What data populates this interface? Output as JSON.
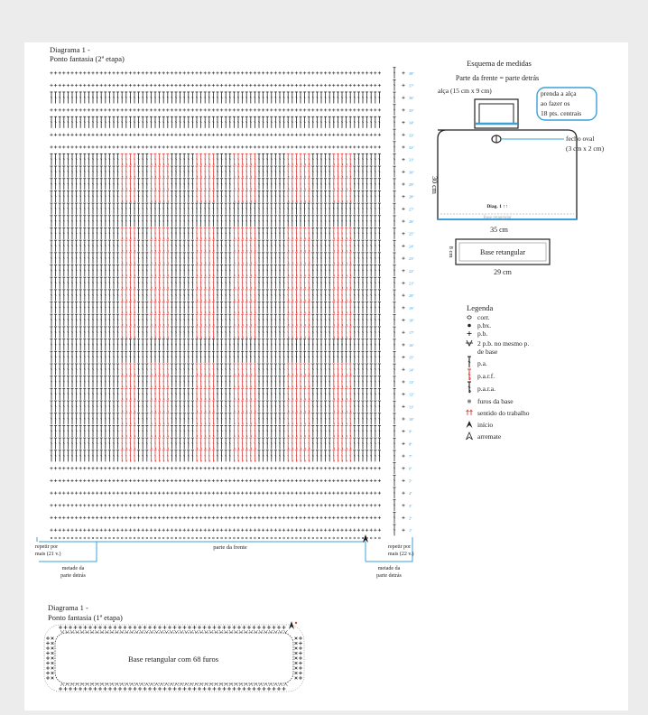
{
  "diagram2": {
    "title_line1": "Diagrama 1 -",
    "title_line2": "Ponto fantasia (2ª etapa)",
    "row_labels": [
      "1ª",
      "2ª",
      "3ª",
      "4ª",
      "5ª",
      "6ª",
      "7ª",
      "8ª",
      "9ª",
      "10ª",
      "11ª",
      "12ª",
      "13ª",
      "14ª",
      "15ª",
      "16ª",
      "17ª",
      "18ª",
      "19ª",
      "20ª",
      "21ª",
      "22ª",
      "23ª",
      "24ª",
      "25ª",
      "26ª",
      "27ª",
      "28ª",
      "29ª",
      "30ª",
      "31ª",
      "32ª",
      "33ª",
      "34ª",
      "35ª",
      "36ª",
      "37ª",
      "38ª"
    ],
    "repeat_left": "repetir por",
    "repeat_left_2": "mais (21 v.)",
    "front_label": "parte da frente",
    "repeat_right": "repetir por",
    "repeat_right_2": "mais (22 v.)",
    "half_back_left_1": "metade da",
    "half_back_left_2": "parte detrás",
    "half_back_right_1": "metade da",
    "half_back_right_2": "parte detrás"
  },
  "measures": {
    "title": "Esquema de medidas",
    "subtitle": "Parte da frente = parte detrás",
    "handle": "alça (15 cm x 9 cm)",
    "note_1": "prenda a alça",
    "note_2": "ao fazer os",
    "note_3": "18 pts. centrais",
    "clasp_1": "fecho oval",
    "clasp_2": "(3 cm x 2 cm)",
    "height": "30 cm",
    "diag_label": "Diag. 1 ↑↑",
    "base_label_faint": "Base retangular",
    "width": "35 cm",
    "base_height": "8 cm",
    "base_rect": "Base retangular",
    "base_width": "29 cm"
  },
  "legend": {
    "title": "Legenda",
    "items": [
      {
        "symbol": "chain",
        "label": "corr."
      },
      {
        "symbol": "slip",
        "label": "p.bx."
      },
      {
        "symbol": "sc",
        "label": "p.b."
      },
      {
        "symbol": "sc2",
        "label": "2 p.b. no mesmo p.",
        "label2": "de base"
      },
      {
        "symbol": "dc",
        "label": "p.a."
      },
      {
        "symbol": "fpdc",
        "label": "p.a.r.f."
      },
      {
        "symbol": "bpdc",
        "label": "p.a.r.a."
      },
      {
        "symbol": "hole",
        "label": "furos da base"
      },
      {
        "symbol": "arrows",
        "label": "sentido do trabalho"
      },
      {
        "symbol": "start",
        "label": "início"
      },
      {
        "symbol": "end",
        "label": "arremate"
      }
    ]
  },
  "diagram1": {
    "title_line1": "Diagrama 1 -",
    "title_line2": "Ponto fantasia (1ª etapa)",
    "center_label": "Base retangular com 68 furos"
  },
  "colors": {
    "red": "#e0403c",
    "blue": "#3aa0d8",
    "ink": "#222222"
  }
}
